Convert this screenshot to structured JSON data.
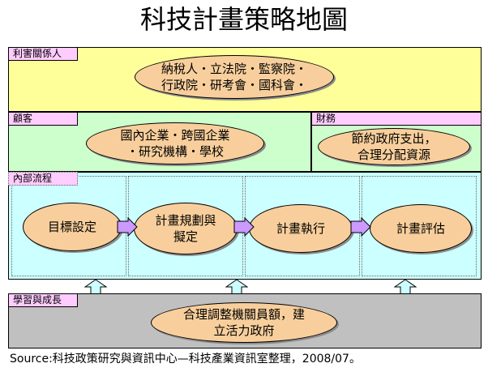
{
  "title": "科技計畫策略地圖",
  "stakeholders": {
    "label": "利害關係人",
    "items": "納稅人・立法院・監察院・\n行政院・研考會・國科會・"
  },
  "customers": {
    "label": "顧客",
    "items": "國內企業・跨國企業\n・研究機構・學校"
  },
  "finance": {
    "label": "財務",
    "items": "節約政府支出，\n合理分配資源"
  },
  "internal": {
    "label": "內部流程",
    "steps": [
      "目標設定",
      "計畫規劃與\n擬定",
      "計畫執行",
      "計畫評估"
    ]
  },
  "learning": {
    "label": "學習與成長",
    "items": "合理調整機關員額，建\n立活力政府"
  },
  "source": "Source:科技政策研究與資訊中心—科技產業資訊室整理，2008/07。",
  "colors": {
    "stakeholders_bg": "#ffff99",
    "customers_bg": "#ccffcc",
    "internal_bg": "#ccffff",
    "learning_bg": "#c0c0c0",
    "tag_bg": "#ffccff",
    "ellipse_bg": "#f8cf9c",
    "arrow": "#cc99ff",
    "up_arrow": "#ccffff"
  }
}
